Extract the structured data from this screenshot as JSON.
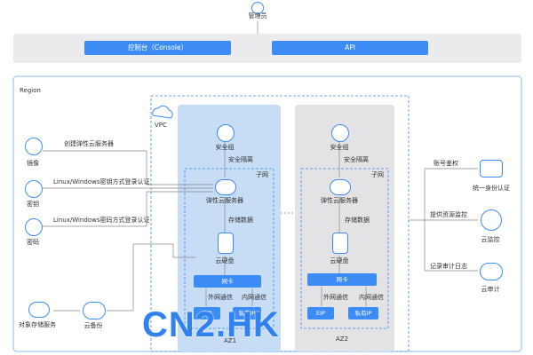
{
  "top": {
    "admin_label": "管理员",
    "console_btn": "控制台（Console）",
    "api_btn": "API"
  },
  "region": {
    "label": "Region",
    "vpc_label": "VPC"
  },
  "left": {
    "image_label": "镜像",
    "key_label": "密钥",
    "pwd_label": "密码",
    "link1": "创建弹性云服务器",
    "link2": "Linux/Windows密钥方式登录认证",
    "link3": "Linux/Windows密码方式登录认证",
    "obs_label": "对象存储服务",
    "backup_label": "云备份"
  },
  "az1": {
    "sg_label": "安全组",
    "sg_iso": "安全隔离",
    "subnet": "子网",
    "ecs": "弹性云服务器",
    "store_data": "存储数据",
    "disk": "云硬盘",
    "nic": "网卡",
    "ext_comm": "外网通信",
    "int_comm": "内网通信",
    "eip": "EIP",
    "priv_ip": "私有IP",
    "name": "AZ1"
  },
  "az2": {
    "sg_label": "安全组",
    "sg_iso": "安全隔离",
    "subnet": "子网",
    "ecs": "弹性云服务器",
    "store_data": "存储数据",
    "disk": "云硬盘",
    "nic": "网卡",
    "ext_comm": "外网通信",
    "int_comm": "内网通信",
    "eip": "EIP",
    "priv_ip": "私有IP",
    "name": "AZ2"
  },
  "right": {
    "acct_label": "账号鉴权",
    "iam_label": "统一身份认证",
    "monitor_link": "提供资源监控",
    "ces_label": "云监控",
    "audit_link": "记录审计日志",
    "cts_label": "云审计"
  },
  "watermark": "CN2.HK",
  "colors": {
    "accent": "#3d8cf5",
    "az1_bg": "#c7dcf5",
    "az2_bg": "#e3e3e6",
    "bar_bg": "#ebebed"
  }
}
